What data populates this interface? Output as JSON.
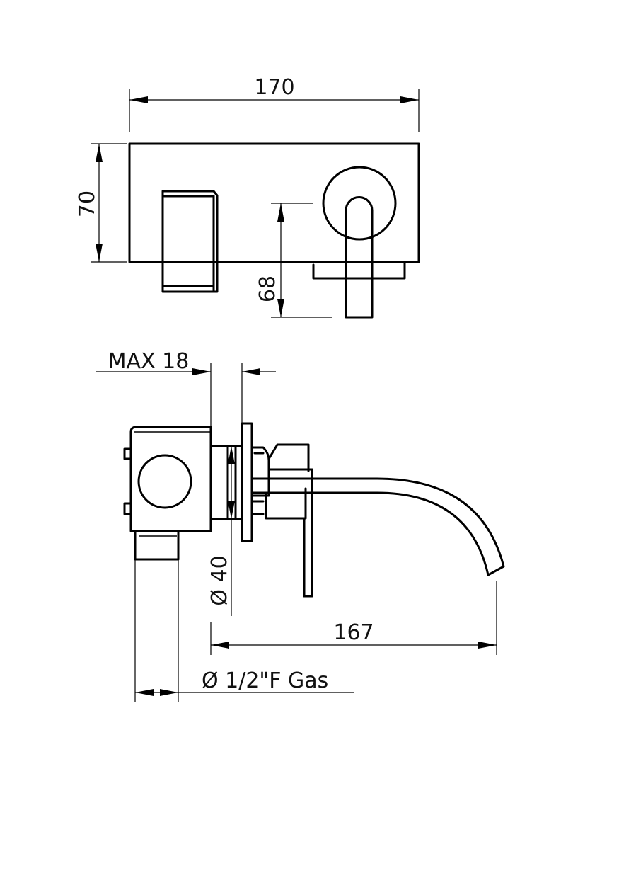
{
  "labels": {
    "width_top": "170",
    "height_plate": "70",
    "spout_height": "68",
    "max_projection": "MAX 18",
    "flange_diameter": "Ø 40",
    "spout_length": "167",
    "connection": "Ø 1/2\"F Gas"
  }
}
